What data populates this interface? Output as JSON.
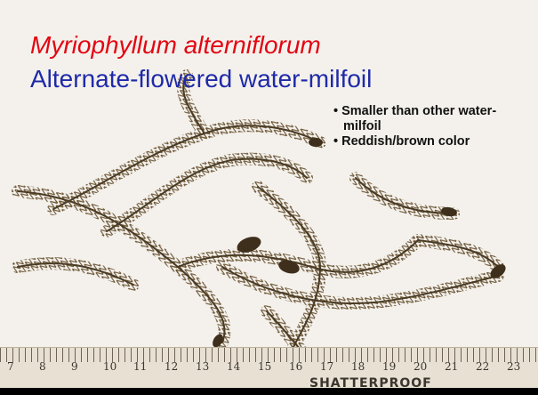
{
  "slide": {
    "title_species": "Myriophyllum alterniflorum",
    "title_common": "Alternate-flowered water-milfoil",
    "bullets": [
      "Smaller than other water-milfoil",
      "Reddish/brown color"
    ]
  },
  "ruler": {
    "numbers": [
      "7",
      "8",
      "9",
      "10",
      "11",
      "12",
      "13",
      "14",
      "15",
      "16",
      "17",
      "18",
      "19",
      "20",
      "21",
      "22",
      "23"
    ],
    "brand": "SHATTERPROOF"
  },
  "colors": {
    "species_title": "#e30613",
    "common_title": "#1f2aa8",
    "plant": "#5b4a30"
  }
}
